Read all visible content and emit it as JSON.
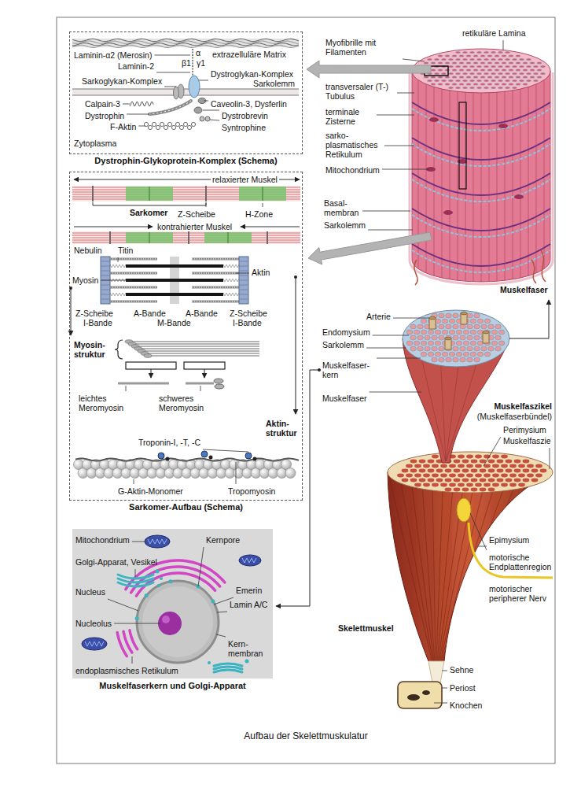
{
  "diagram": {
    "caption": "Aufbau der Skelettmuskulatur",
    "nodes": [
      {
        "text": [
          "Dystrophin-Glykoprotein-Komplex (Schema)"
        ]
      },
      {
        "text": [
          "Sarkomer-Aufbau (Schema)"
        ]
      },
      {
        "text": [
          "Muskelfaserkern und Golgi-Apparat"
        ]
      }
    ],
    "labels": [
      "extrazelluläre Matrix",
      "Laminin-α2 (Merosin)",
      "α",
      "Laminin-2",
      "β1",
      "γ1",
      "Dystroglykan-Komplex",
      "Sarkoglykan-Komplex",
      "Sarkolemm",
      "Calpain-3",
      "Caveolin-3, Dysferlin",
      "Dystrophin",
      "Dystrobrevin",
      "F-Aktin",
      "Syntrophine",
      "Zytoplasma",
      "relaxierter Muskel",
      "Sarkomer",
      "H-Zone",
      "Z-Scheibe",
      "kontrahierter Muskel",
      "Nebulin",
      "Titin",
      "Myosin",
      "Aktin",
      "Z-Scheibe",
      "A-Bande",
      "A-Bande",
      "Z-Scheibe",
      "I-Bande",
      "M-Bande",
      "I-Bande",
      "Myosin- struktur",
      "leichtes Meromyosin",
      "schweres Meromyosin",
      "Aktin- struktur",
      "Troponin-I, -T, -C",
      "G-Aktin-Monomer",
      "Tropomyosin",
      "Mitochondrium",
      "Golgi-Apparat, Vesikel",
      "Kernpore",
      "Nucleus",
      "Emerin",
      "Lamin A/C",
      "Nucleolus",
      "Kern- membran",
      "endoplasmisches Retikulum",
      "Myofibrille mit Filamenten",
      "retikuläre Lamina",
      "transversaler (T-) Tubulus",
      "terminale Zisterne",
      "sarko- plasmatisches Retikulum",
      "Mitochondrium",
      "Basal- membran",
      "Sarkolemm",
      "Muskelfaser",
      "Arterie",
      "Endomysium",
      "Sarkolemm",
      "Muskelfaser- kern",
      "Muskelfaser",
      "Muskelfaszikel",
      "(Muskelfaserbündel)",
      "Perimysium",
      "Muskelfaszie",
      "Epimysium",
      "motorische Endplattenregion",
      "motorischer peripherer Nerv",
      "Skelettmuskel",
      "Sehne",
      "Periost",
      "Knochen"
    ]
  }
}
